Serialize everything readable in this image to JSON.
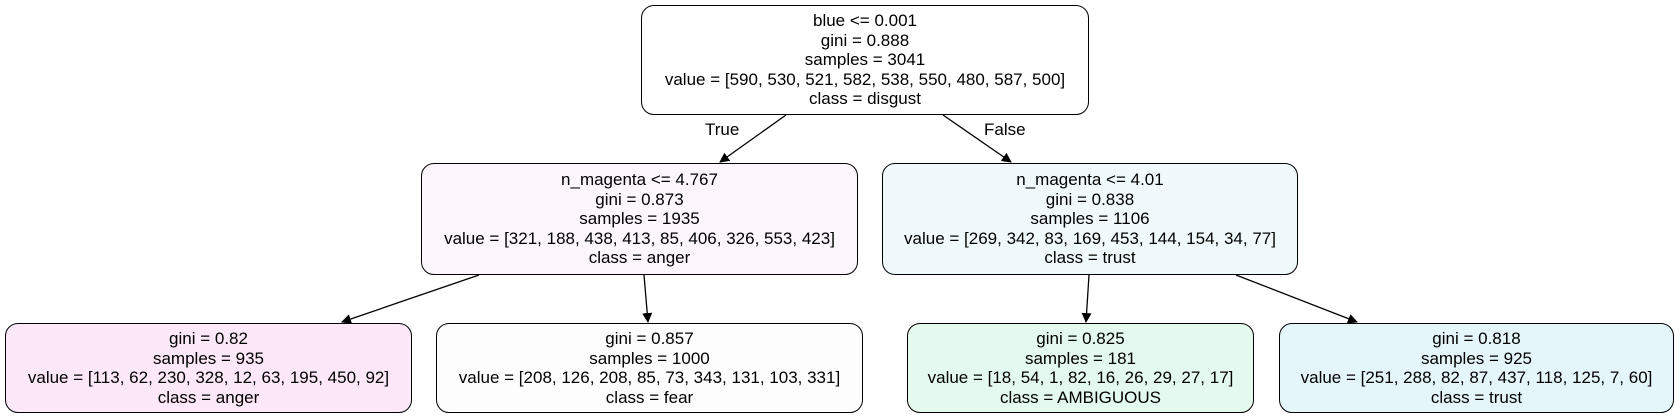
{
  "tree": {
    "edge_labels": {
      "true": "True",
      "false": "False"
    },
    "nodes": [
      {
        "id": "root",
        "split": "blue <= 0.001",
        "gini": "gini = 0.888",
        "samples": "samples = 3041",
        "value": "value = [590, 530, 521, 582, 538, 550, 480, 587, 500]",
        "class": "class = disgust",
        "fill": "#ffffff"
      },
      {
        "id": "left",
        "split": "n_magenta <= 4.767",
        "gini": "gini = 0.873",
        "samples": "samples = 1935",
        "value": "value = [321, 188, 438, 413, 85, 406, 326, 553, 423]",
        "class": "class = anger",
        "fill": "#fdf6fc"
      },
      {
        "id": "right",
        "split": "n_magenta <= 4.01",
        "gini": "gini = 0.838",
        "samples": "samples = 1106",
        "value": "value = [269, 342, 83, 169, 453, 144, 154, 34, 77]",
        "class": "class = trust",
        "fill": "#f0fafc"
      },
      {
        "id": "ll",
        "gini": "gini = 0.82",
        "samples": "samples = 935",
        "value": "value = [113, 62, 230, 328, 12, 63, 195, 450, 92]",
        "class": "class = anger",
        "fill": "#fce8f8"
      },
      {
        "id": "lr",
        "gini": "gini = 0.857",
        "samples": "samples = 1000",
        "value": "value = [208, 126, 208, 85, 73, 343, 131, 103, 331]",
        "class": "class = fear",
        "fill": "#fdfdfd"
      },
      {
        "id": "rl",
        "gini": "gini = 0.825",
        "samples": "samples = 181",
        "value": "value = [18, 54, 1, 82, 16, 26, 29, 27, 17]",
        "class": "class = AMBIGUOUS",
        "fill": "#e4faee"
      },
      {
        "id": "rr",
        "gini": "gini = 0.818",
        "samples": "samples = 925",
        "value": "value = [251, 288, 82, 87, 437, 118, 125, 7, 60]",
        "class": "class = trust",
        "fill": "#e4f6fa"
      }
    ]
  }
}
